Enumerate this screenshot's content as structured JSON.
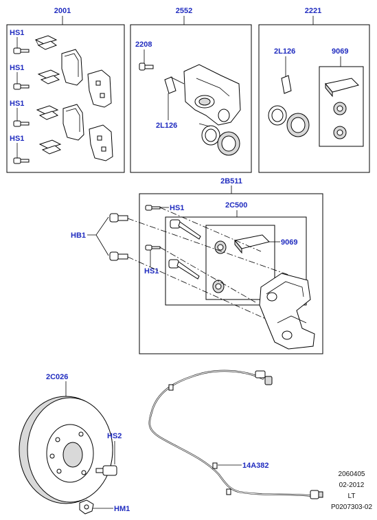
{
  "labels": {
    "kit_2001": "2001",
    "kit_2552": "2552",
    "kit_2221": "2221",
    "hs1_a": "HS1",
    "hs1_b": "HS1",
    "hs1_c": "HS1",
    "hs1_d": "HS1",
    "part_2208": "2208",
    "part_2l126_a": "2L126",
    "part_2l126_b": "2L126",
    "part_9069_a": "9069",
    "bracket_2b511": "2B511",
    "hs1_e": "HS1",
    "carrier_2c500": "2C500",
    "part_9069_b": "9069",
    "hb1": "HB1",
    "hs1_f": "HS1",
    "disc_2c026": "2C026",
    "hs2": "HS2",
    "hm1": "HM1",
    "sensor_14a382": "14A382"
  },
  "meta": {
    "line1": "2060405",
    "line2": "02-2012",
    "line3": "LT",
    "line4": "P0207303-02"
  },
  "colors": {
    "label": "#1f2bbf",
    "line": "#000000",
    "fill": "#ffffff"
  }
}
